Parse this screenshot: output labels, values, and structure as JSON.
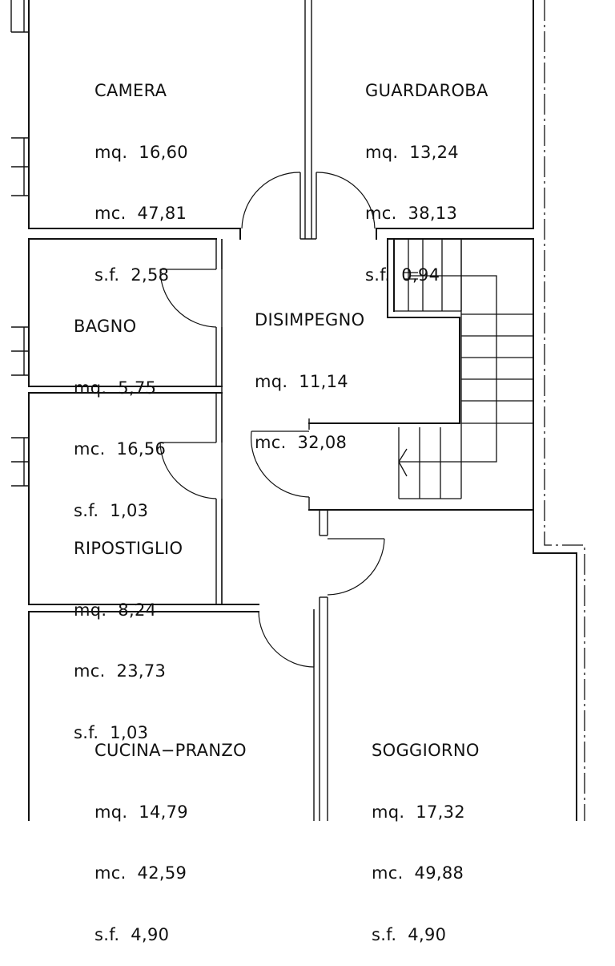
{
  "rooms": {
    "camera": {
      "name": "CAMERA",
      "mq": "mq.  16,60",
      "mc": "mc.  47,81",
      "sf": "s.f.  2,58"
    },
    "guardaroba": {
      "name": "GUARDAROBA",
      "mq": "mq.  13,24",
      "mc": "mc.  38,13",
      "sf": "s.f.  0,94"
    },
    "bagno": {
      "name": "BAGNO",
      "mq": "mq.  5,75",
      "mc": "mc.  16,56",
      "sf": "s.f.  1,03"
    },
    "disimpegno": {
      "name": "DISIMPEGNO",
      "mq": "mq.  11,14",
      "mc": "mc.  32,08"
    },
    "ripostiglio": {
      "name": "RIPOSTIGLIO",
      "mq": "mq.  8,24",
      "mc": "mc.  23,73",
      "sf": "s.f.  1,03"
    },
    "cucina": {
      "name": "CUCINA−PRANZO",
      "mq": "mq.  14,79",
      "mc": "mc.  42,59",
      "sf": "s.f.  4,90"
    },
    "soggiorno": {
      "name": "SOGGIORNO",
      "mq": "mq.  17,32",
      "mc": "mc.  49,88",
      "sf": "s.f.  4,90"
    }
  },
  "colors": {
    "line": "#111111",
    "background": "#ffffff"
  }
}
